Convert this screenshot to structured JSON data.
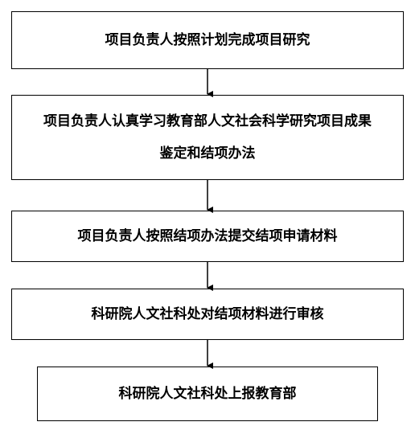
{
  "flowchart": {
    "steps": [
      {
        "id": "step-1",
        "lines": [
          "项目负责人按照计划完成项目研究"
        ]
      },
      {
        "id": "step-2",
        "lines": [
          "项目负责人认真学习教育部人文社会科学研究项目成果",
          "鉴定和结项办法"
        ]
      },
      {
        "id": "step-3",
        "lines": [
          "项目负责人按照结项办法提交结项申请材料"
        ]
      },
      {
        "id": "step-4",
        "lines": [
          "科研院人文社科处对结项材料进行审核"
        ]
      },
      {
        "id": "step-5",
        "lines": [
          "科研院人文社科处上报教育部"
        ]
      }
    ]
  },
  "colors": {
    "stroke": "#000000",
    "background": "#ffffff"
  }
}
